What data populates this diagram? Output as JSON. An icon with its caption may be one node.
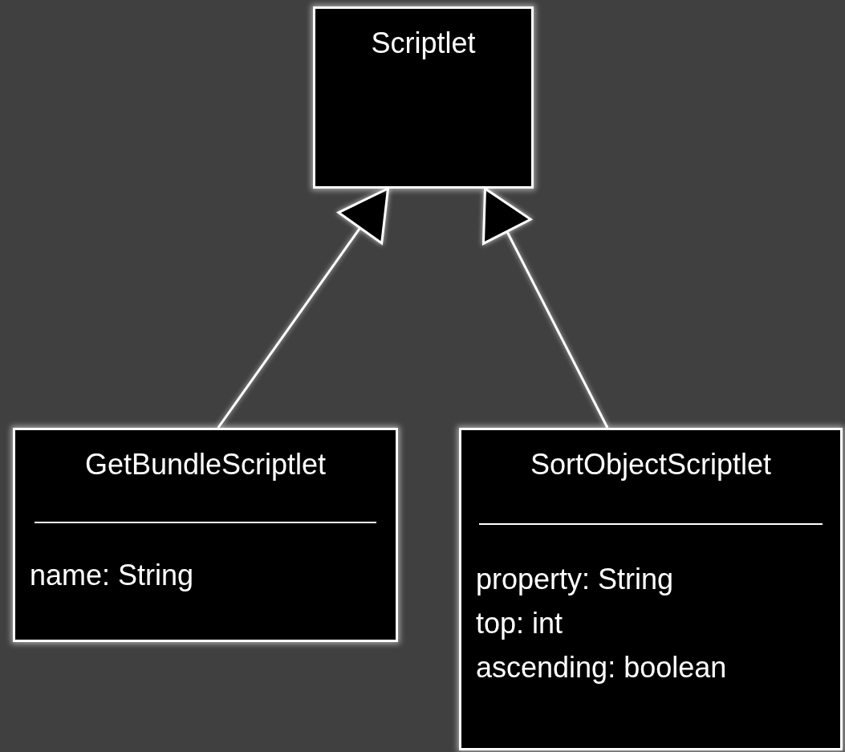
{
  "diagram": {
    "nodes": [
      {
        "text": [
          "Scriptlet"
        ]
      },
      {
        "text": [
          "GetBundleScriptlet",
          "name: String"
        ]
      },
      {
        "text": [
          "SortObjectScriptlet",
          "property: String",
          "top: int",
          "ascending: boolean"
        ]
      }
    ],
    "edges": [
      {
        "from": 1,
        "to": 0,
        "arrow": "to"
      },
      {
        "from": 2,
        "to": 0,
        "arrow": "to"
      }
    ]
  }
}
